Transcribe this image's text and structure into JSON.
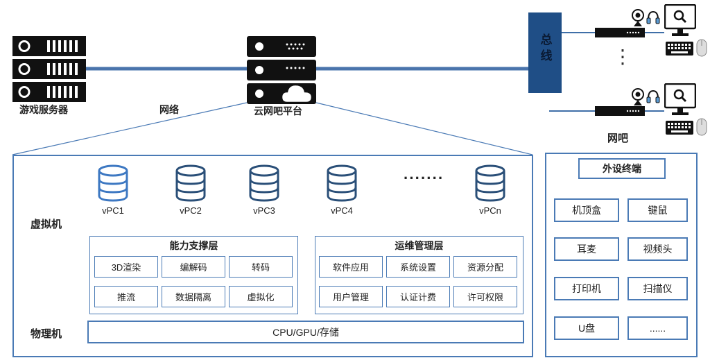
{
  "top": {
    "game_server_label": "游戏服务器",
    "network_label": "网络",
    "cloud_platform_label": "云网吧平台",
    "bus_label": "总线",
    "netcafe_label": "网吧",
    "vertical_dots": "⋮"
  },
  "vm": {
    "label": "虚拟机",
    "vpcs": [
      "vPC1",
      "vPC2",
      "vPC3",
      "vPC4",
      "vPCn"
    ],
    "ellipsis": "·······"
  },
  "capability": {
    "title": "能力支撑层",
    "items": [
      "3D渲染",
      "编解码",
      "转码",
      "推流",
      "数据隔离",
      "虚拟化"
    ]
  },
  "ops": {
    "title": "运维管理层",
    "items": [
      "软件应用",
      "系统设置",
      "资源分配",
      "用户管理",
      "认证计费",
      "许可权限"
    ]
  },
  "physical": {
    "label": "物理机",
    "bar": "CPU/GPU/存储"
  },
  "peripherals": {
    "title": "外设终端",
    "items": [
      "机顶盒",
      "键鼠",
      "耳麦",
      "视频头",
      "打印机",
      "扫描仪",
      "U盘",
      "......"
    ]
  },
  "colors": {
    "navy": "#1f4e86",
    "line": "#2b5a92",
    "border": "#4a7ab5"
  }
}
